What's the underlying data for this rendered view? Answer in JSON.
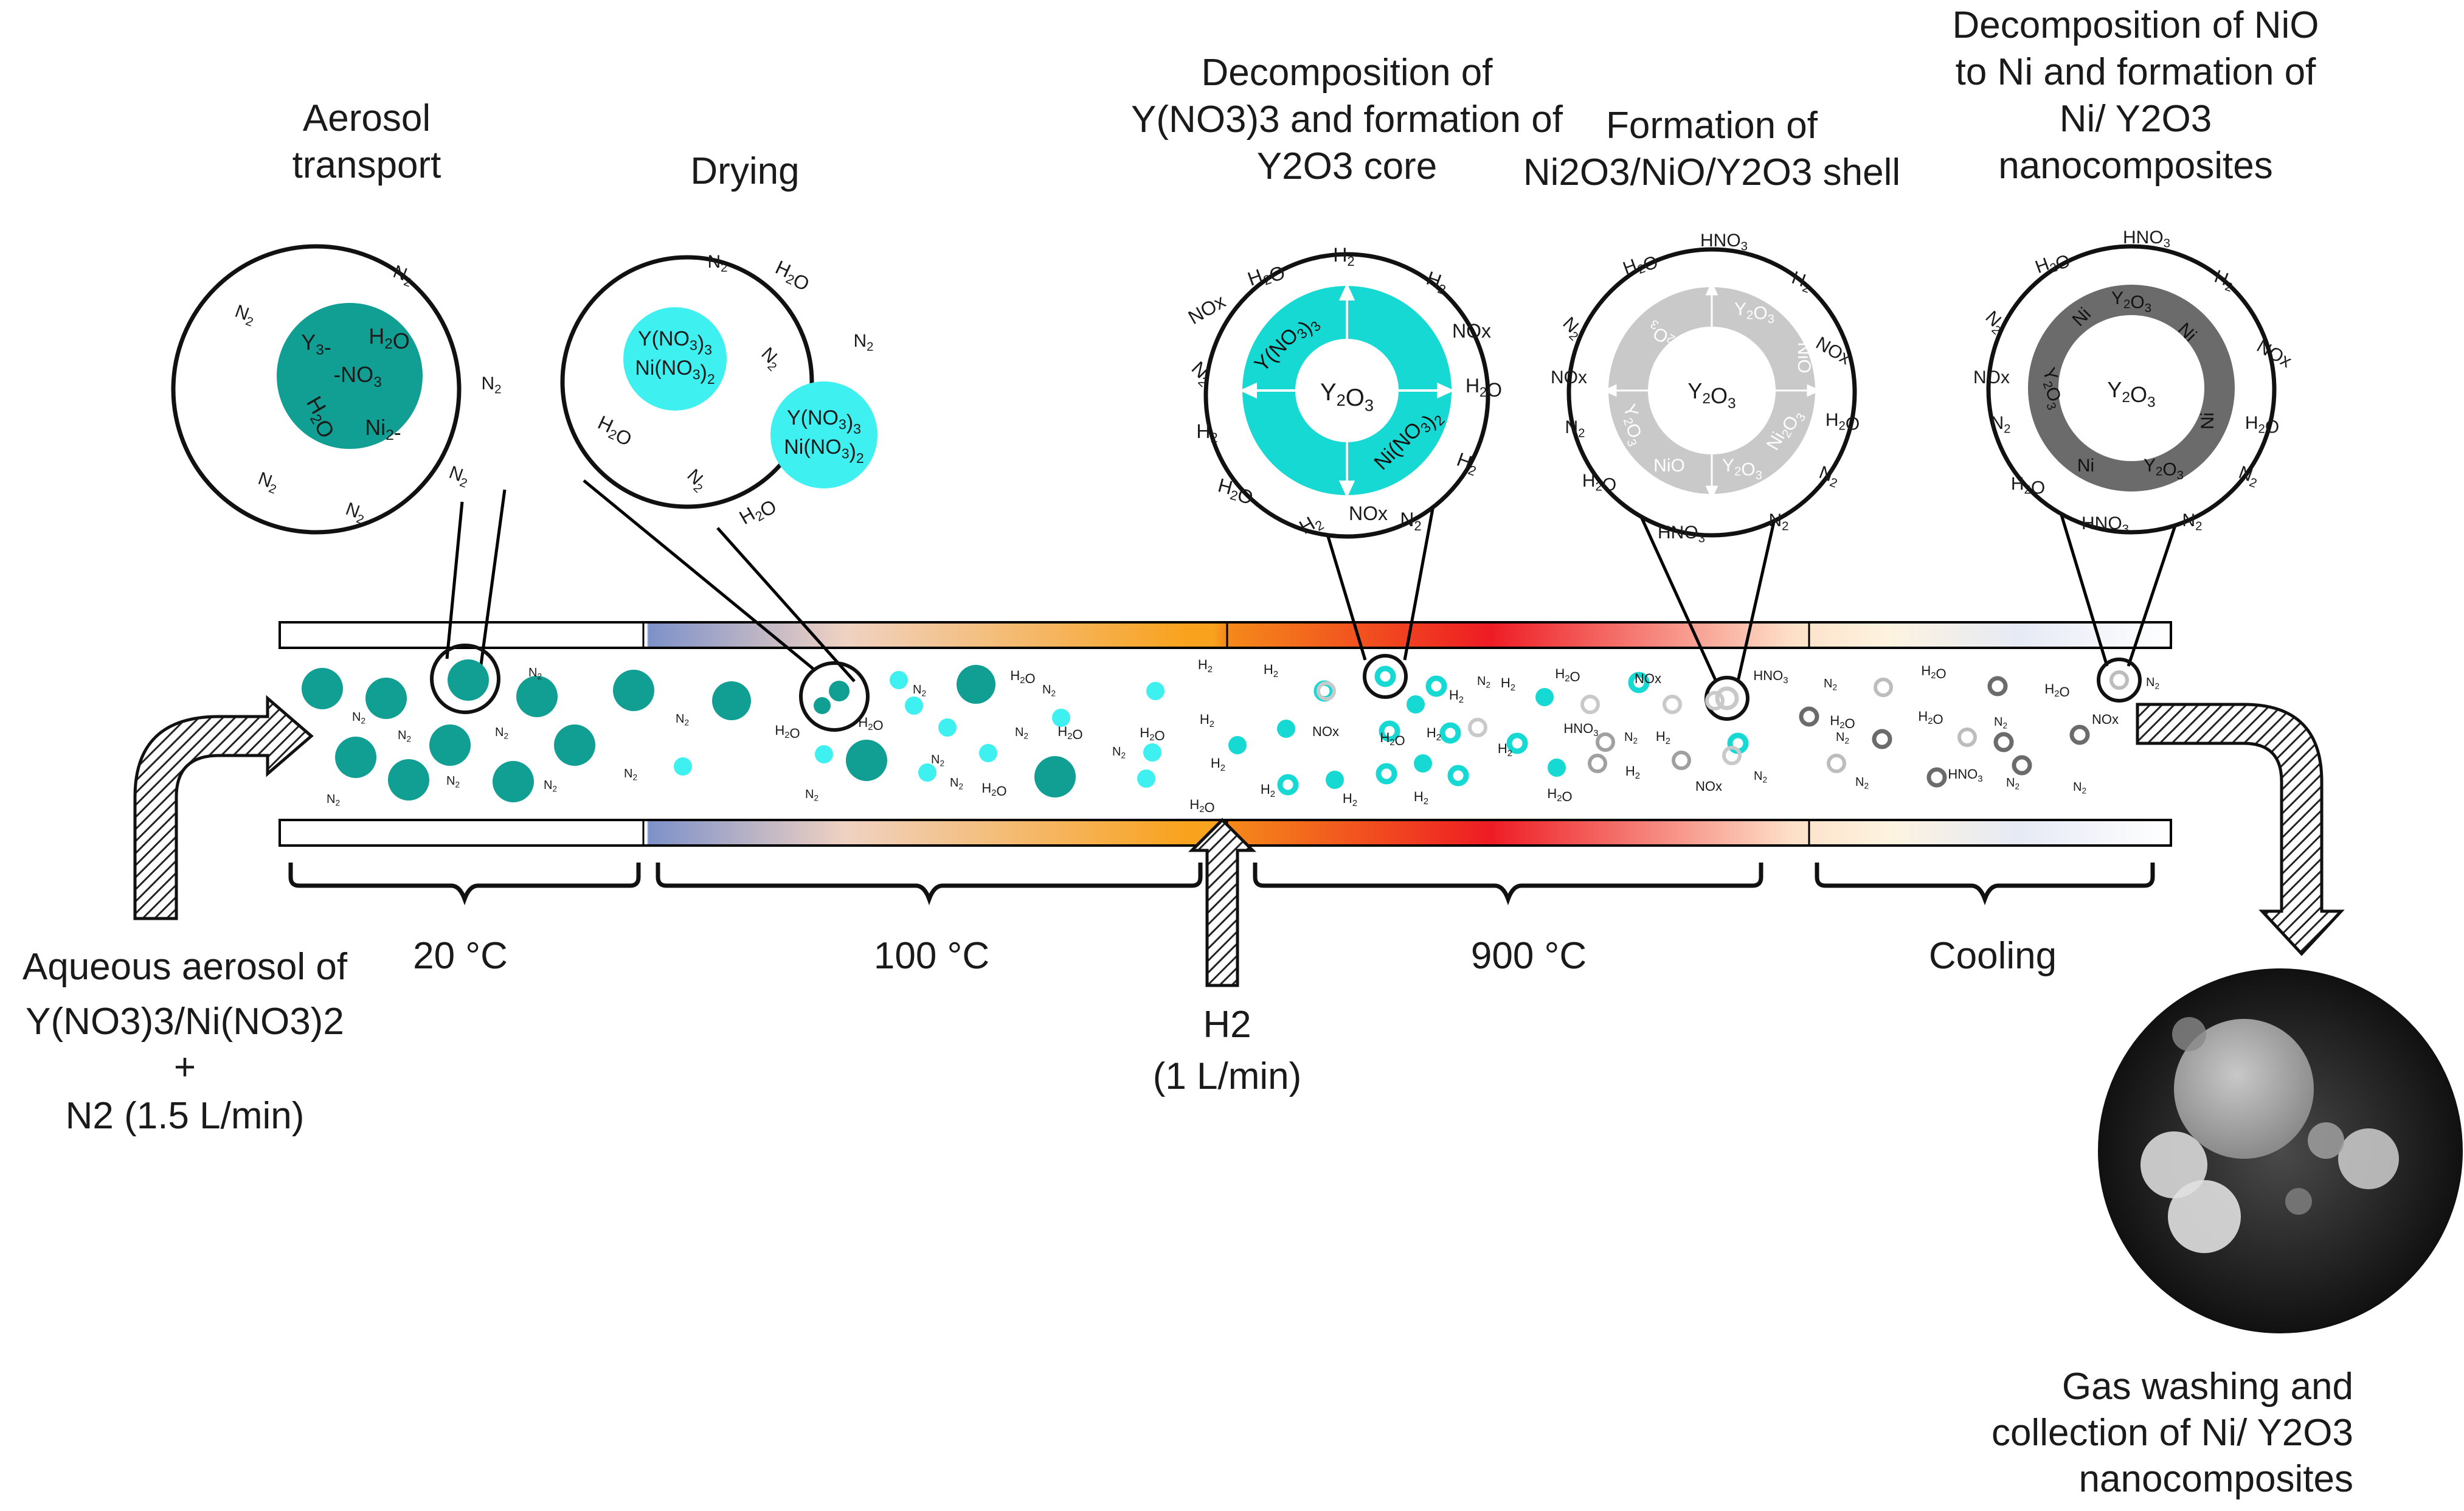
{
  "colors": {
    "teal_dark": "#129f93",
    "cyan": "#3ef0ef",
    "cyan_mid": "#16d9d3",
    "grey_light": "#c9c9c9",
    "grey_dark": "#6b6b6b",
    "grad_blue": "#7d91c9",
    "grad_orange": "#f9a21d",
    "grad_red": "#ee1c24"
  },
  "stages": {
    "s1": "Aerosol\ntransport",
    "s2": "Drying",
    "s3": "Decomposition of\nY(NO3)3 and formation of\nY2O3 core",
    "s4": "Formation of\nNi2O3/NiO/Y2O3 shell",
    "s5": "Decomposition of NiO\nto Ni and formation of\nNi/ Y2O3\nnanocomposites"
  },
  "temperatures": {
    "t1": "20 °C",
    "t2": "100 °C",
    "t3": "900 °C",
    "t4": "Cooling"
  },
  "inputs": {
    "aerosol_l1": "Aqueous aerosol of",
    "aerosol_l2": "Y(NO3)3/Ni(NO3)2",
    "aerosol_l3": "+",
    "aerosol_l4": "N2 (1.5 L/min)",
    "h2_l1": "H2",
    "h2_l2": "(1 L/min)"
  },
  "output": {
    "l1": "Gas washing and",
    "l2": "collection of Ni/ Y2O3",
    "l3": "nanocomposites"
  },
  "bubble1": {
    "Y": "Y3-",
    "NO3": "-NO3",
    "Ni": "Ni2-",
    "H2O": "H2O",
    "N2": "N2"
  },
  "bubble2": {
    "YNO3": "Y(NO3)3",
    "NiNO3": "Ni(NO3)2",
    "H2O": "H2O",
    "N2": "N2"
  },
  "bubble3": {
    "core": "Y2O3",
    "shell_a": "Y(NO3)3",
    "shell_b": "Ni(NO3)2",
    "H2O": "H2O",
    "H2": "H2",
    "NOx": "NOx",
    "N2": "N2"
  },
  "bubble4": {
    "core": "Y2O3",
    "Ni2O3": "Ni2O3",
    "NiO": "NiO",
    "Y2O3": "Y2O3",
    "HNO3": "HNO3",
    "H2O": "H2O",
    "H2": "H2",
    "NOx": "NOx",
    "N2": "N2"
  },
  "bubble5": {
    "core": "Y2O3",
    "Ni": "Ni",
    "Y2O3": "Y2O3",
    "HNO3": "HNO3",
    "H2O": "H2O",
    "H2": "H2",
    "NOx": "NOx",
    "N2": "N2"
  },
  "tube": {
    "N2": "N2",
    "H2O": "H2O",
    "H2": "H2",
    "NOx": "NOx",
    "HNO3": "HNO3"
  }
}
